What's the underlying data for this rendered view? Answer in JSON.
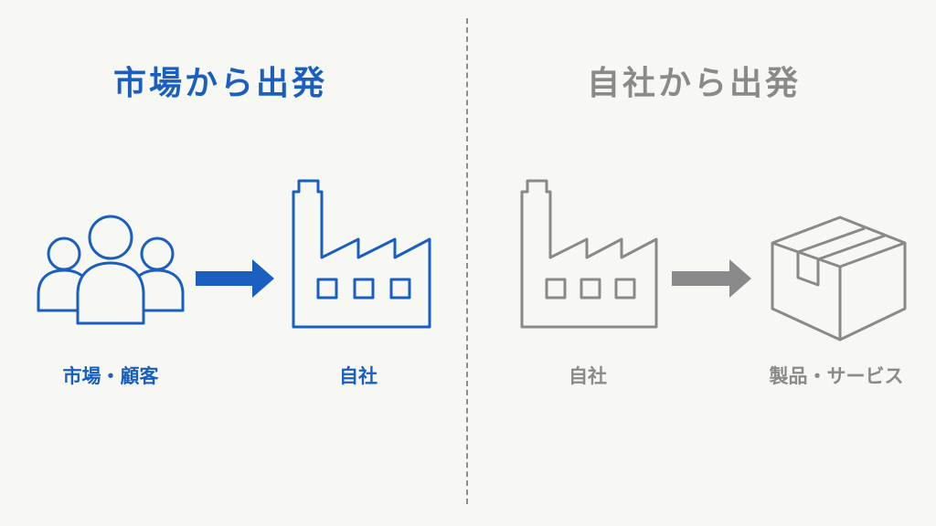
{
  "colors": {
    "market": "#1a5fc0",
    "company": "#8a8a8a",
    "background": "#f7f7f4",
    "divider": "#8d8d8d"
  },
  "left_panel": {
    "title": "市場から出発",
    "source_label": "市場・顧客",
    "source_icon": "people-group-icon",
    "arrow_icon": "arrow-right-icon",
    "target_label": "自社",
    "target_icon": "factory-icon"
  },
  "right_panel": {
    "title": "自社から出発",
    "source_label": "自社",
    "source_icon": "factory-icon",
    "arrow_icon": "arrow-right-icon",
    "target_label": "製品・サービス",
    "target_icon": "product-box-icon"
  }
}
